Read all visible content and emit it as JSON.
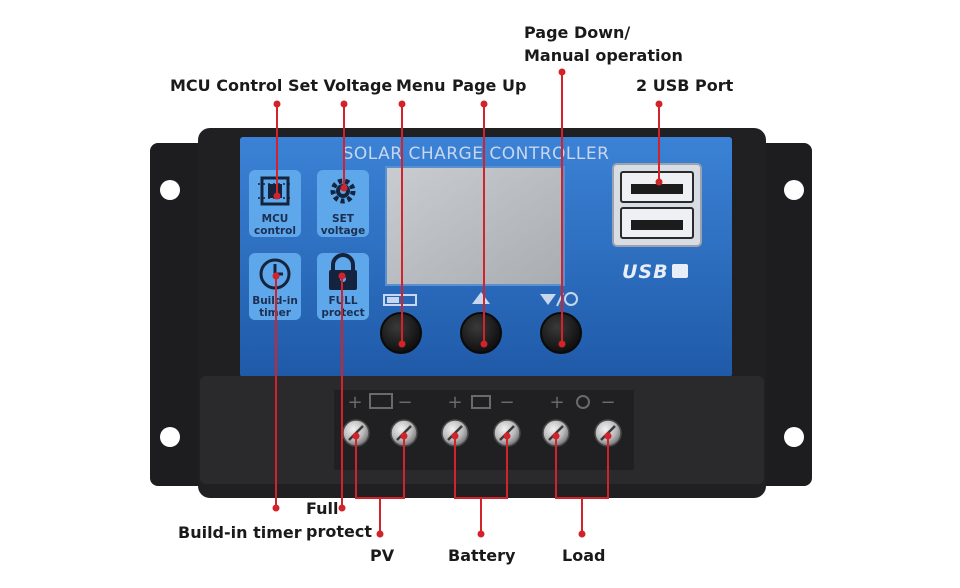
{
  "device": {
    "panel_title": "SOLAR CHARGE CONTROLLER",
    "usb_logo": "USB",
    "tiles": [
      {
        "icon": "chip-icon",
        "label_line1": "MCU",
        "label_line2": "control"
      },
      {
        "icon": "gear-icon",
        "label_line1": "SET",
        "label_line2": "voltage"
      },
      {
        "icon": "clock-icon",
        "label_line1": "Build-in",
        "label_line2": "timer"
      },
      {
        "icon": "lock-icon",
        "label_line1": "FULL",
        "label_line2": "protect"
      }
    ],
    "buttons": [
      {
        "icon": "battery-icon"
      },
      {
        "icon": "up-arrow-icon"
      },
      {
        "icon": "down-arrow-icon"
      }
    ],
    "terminal_groups": [
      {
        "icon": "solar-panel-icon",
        "plus": "+",
        "minus": "−"
      },
      {
        "icon": "battery-icon",
        "plus": "+",
        "minus": "−"
      },
      {
        "icon": "bulb-icon",
        "plus": "+",
        "minus": "−"
      }
    ]
  },
  "callouts": {
    "mcu_control_set_voltage": "MCU Control Set Voltage",
    "menu": "Menu",
    "page_up": "Page Up",
    "page_down_line1": "Page Down/",
    "page_down_line2": "Manual operation",
    "usb_port": "2 USB Port",
    "build_in_timer": "Build-in timer",
    "full_line1": "Full",
    "full_line2": "protect",
    "pv": "PV",
    "battery": "Battery",
    "load": "Load"
  },
  "colors": {
    "housing": "#1f1f21",
    "panel_blue": "#2f6fc6",
    "tile_blue": "#5ea7ea",
    "lcd": "#b9bcc0",
    "callout_red": "#d2232a",
    "terminal_block": "#2a2a2c"
  }
}
